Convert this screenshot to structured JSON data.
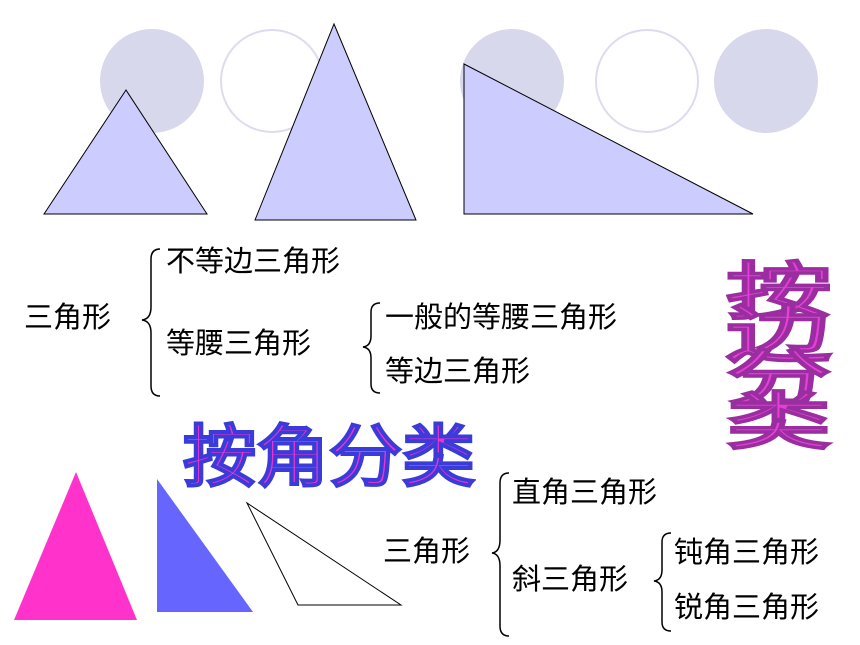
{
  "by_side": {
    "root": "三角形",
    "scalene": "不等边三角形",
    "isosceles": "等腰三角形",
    "general_isosceles": "一般的等腰三角形",
    "equilateral": "等边三角形",
    "label": "按边分类"
  },
  "by_angle": {
    "label": "按角分类",
    "root": "三角形",
    "right": "直角三角形",
    "oblique": "斜三角形",
    "obtuse": "钝角三角形",
    "acute": "锐角三角形"
  },
  "colors": {
    "triangle_fill": "#ccccff",
    "circle_fill": "#d8d8ec",
    "circle_outline": "#dcdcf0",
    "magenta": "#ff33cc",
    "blue": "#6666ff",
    "wordart_fill": "#ee33cc",
    "wordart_outline": "#3b3bd9"
  }
}
